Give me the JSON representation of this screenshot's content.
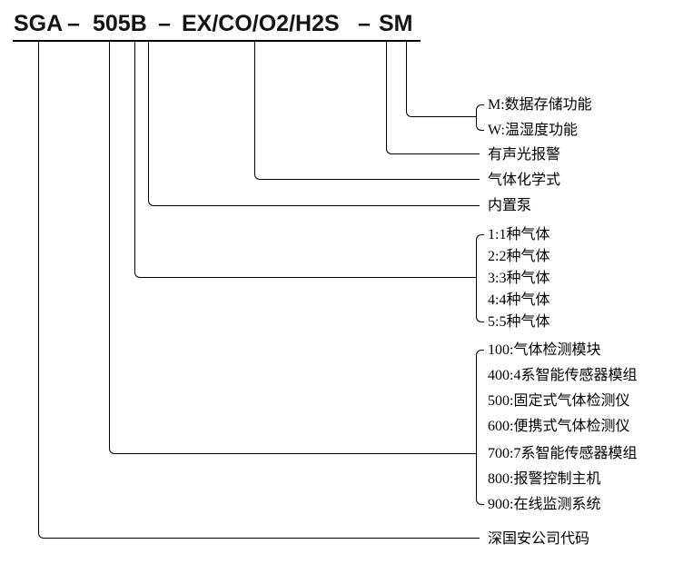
{
  "title": {
    "segments": [
      "SGA",
      "505B",
      "EX/CO/O2/H2S",
      "SM"
    ],
    "separator": "–"
  },
  "labels": {
    "m_storage": "M:数据存储功能",
    "w_temp_humidity": "W:温湿度功能",
    "sound_light_alarm": "有声光报警",
    "gas_formula": "气体化学式",
    "built_in_pump": "内置泵",
    "gas_counts": [
      "1:1种气体",
      "2:2种气体",
      "3:3种气体",
      "4:4种气体",
      "5:5种气体"
    ],
    "series": [
      "100:气体检测模块",
      "400:4系智能传感器模组",
      "500:固定式气体检测仪",
      "600:便携式气体检测仪",
      "700:7系智能传感器模组",
      "800:报警控制主机",
      "900:在线监测系统"
    ],
    "company_code": "深国安公司代码"
  },
  "colors": {
    "line": "#000000",
    "text": "#000000",
    "background": "#ffffff"
  }
}
